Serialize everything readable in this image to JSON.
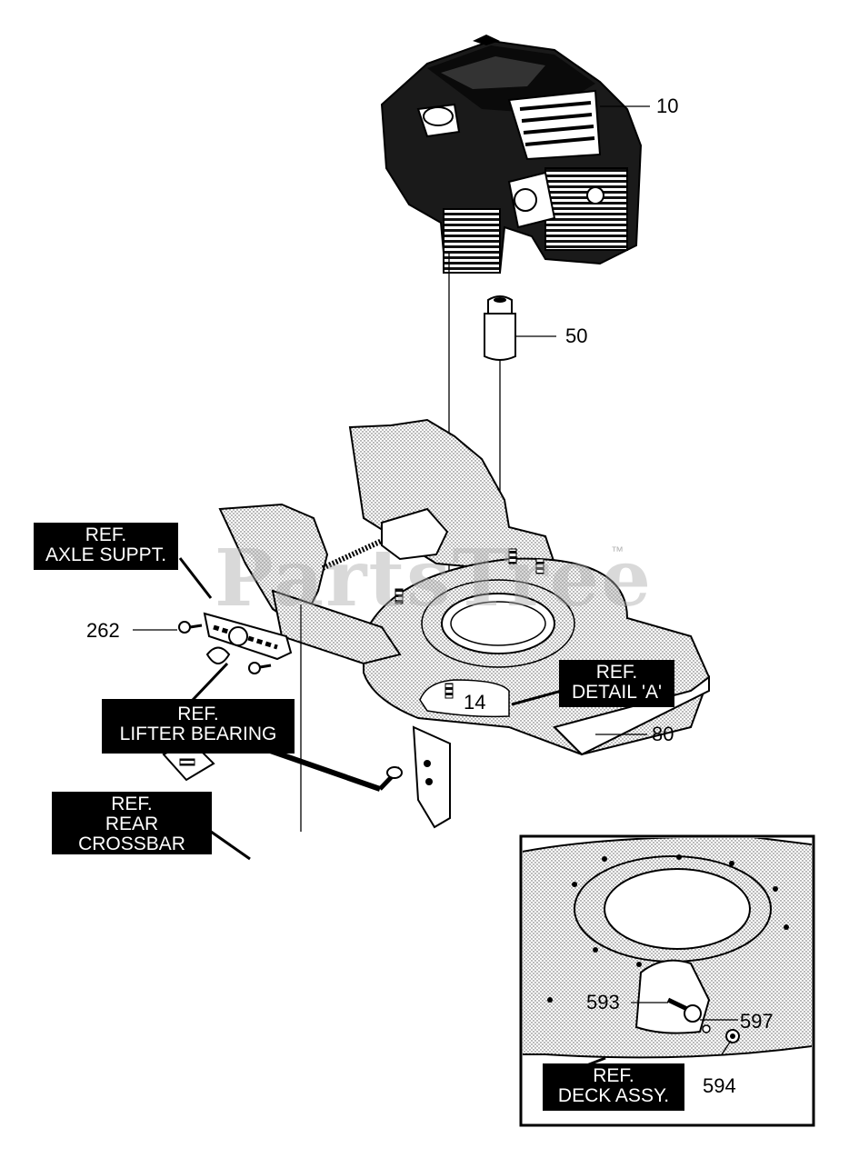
{
  "diagram": {
    "watermark": "PartsTree",
    "watermark_tm": "™",
    "part_numbers": {
      "engine": "10",
      "spacer": "50",
      "bolt": "14",
      "deck": "80",
      "screw": "262",
      "detail_593": "593",
      "detail_597": "597",
      "detail_594": "594"
    },
    "callouts": {
      "axle_support": [
        "REF.",
        "AXLE SUPPT."
      ],
      "lifter_bearing": [
        "REF.",
        "LIFTER BEARING"
      ],
      "rear_crossbar": [
        "REF.",
        "REAR",
        "CROSSBAR"
      ],
      "detail_a": [
        "REF.",
        "DETAIL 'A'"
      ],
      "deck_assy": [
        "REF.",
        "DECK ASSY."
      ]
    }
  }
}
